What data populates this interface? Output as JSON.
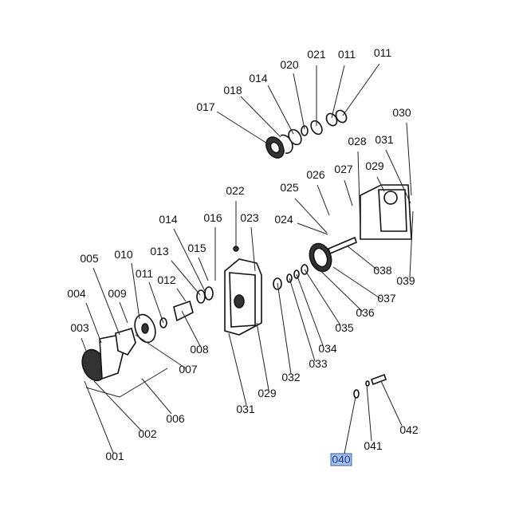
{
  "diagram": {
    "labels": [
      "017",
      "018",
      "014",
      "020",
      "021",
      "011",
      "011",
      "030",
      "028",
      "031",
      "029",
      "027",
      "026",
      "025",
      "022",
      "024",
      "016",
      "023",
      "014",
      "015",
      "013",
      "010",
      "005",
      "011",
      "012",
      "004",
      "009",
      "003",
      "008",
      "007",
      "006",
      "002",
      "001",
      "031",
      "029",
      "032",
      "033",
      "034",
      "035",
      "036",
      "037",
      "038",
      "039",
      "040",
      "041",
      "042"
    ],
    "selected_label": "040",
    "selection_color": "#3a78d6"
  }
}
